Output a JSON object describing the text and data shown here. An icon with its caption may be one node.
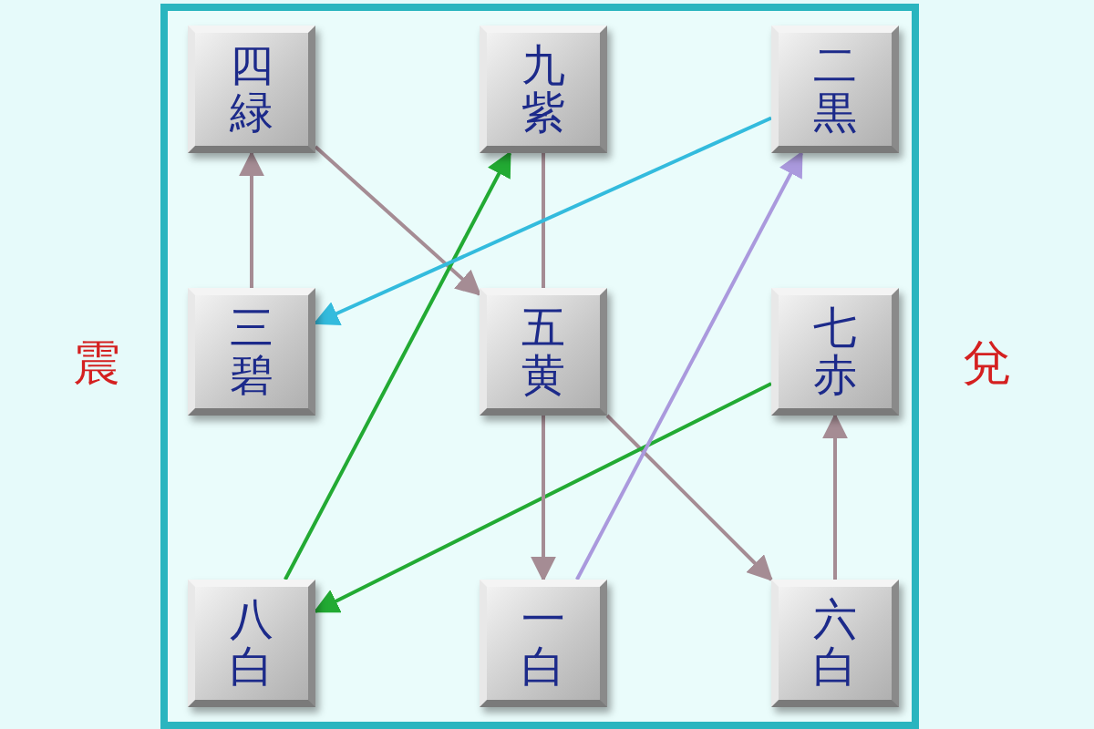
{
  "diagram": {
    "nodes": [
      {
        "text": [
          "四緑"
        ]
      },
      {
        "text": [
          "九紫"
        ]
      },
      {
        "text": [
          "二黒"
        ]
      },
      {
        "text": [
          "三碧"
        ]
      },
      {
        "text": [
          "五黄"
        ]
      },
      {
        "text": [
          "七赤"
        ]
      },
      {
        "text": [
          "八白"
        ]
      },
      {
        "text": [
          "一白"
        ]
      },
      {
        "text": [
          "六白"
        ]
      }
    ],
    "edges": [
      {
        "from": 0,
        "to": 4,
        "arrow": "to"
      },
      {
        "from": 4,
        "to": 8,
        "arrow": "to"
      },
      {
        "from": 8,
        "to": 5,
        "arrow": "to"
      },
      {
        "from": 5,
        "to": 6,
        "arrow": "to",
        "color": "#22aa33"
      },
      {
        "from": 6,
        "to": 1,
        "arrow": "to",
        "color": "#22aa33"
      },
      {
        "from": 1,
        "to": 4,
        "arrow": "none"
      },
      {
        "from": 4,
        "to": 7,
        "arrow": "to"
      },
      {
        "from": 7,
        "to": 2,
        "arrow": "to",
        "color": "#aa99dd"
      },
      {
        "from": 2,
        "to": 3,
        "arrow": "to",
        "color": "#33bbdd"
      },
      {
        "from": 3,
        "to": 0,
        "arrow": "to"
      }
    ],
    "labels": [
      "震",
      "兌"
    ]
  }
}
